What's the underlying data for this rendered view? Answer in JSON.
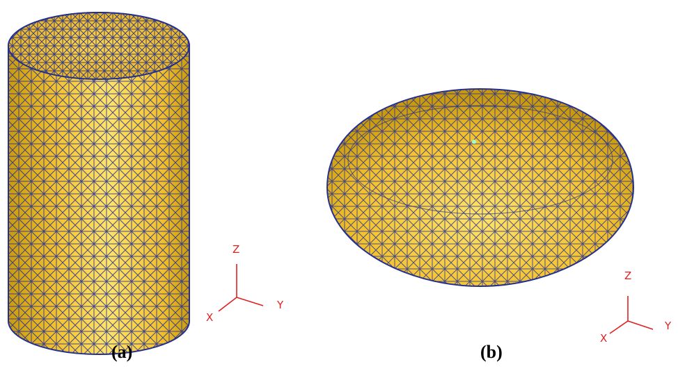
{
  "figure": {
    "panels": [
      {
        "caption": "(a)",
        "shape": "cylinder",
        "axes": {
          "z": "Z",
          "y": "Y",
          "x": "X"
        }
      },
      {
        "caption": "(b)",
        "shape": "oblate-spheroid",
        "axes": {
          "z": "Z",
          "y": "Y",
          "x": "X"
        }
      }
    ],
    "colors": {
      "surface": "#f2c02e",
      "surface_light": "#ffe36a",
      "mesh": "#24308f",
      "axis": "#e02020",
      "marker": "#9fffd0"
    }
  }
}
